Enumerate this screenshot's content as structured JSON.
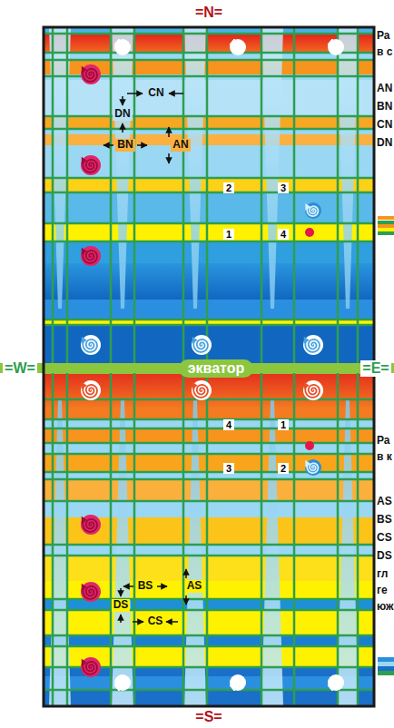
{
  "diagram": {
    "nodes": [
      {
        "text": [
          "2"
        ]
      },
      {
        "text": [
          "3"
        ]
      },
      {
        "text": [
          "1"
        ]
      },
      {
        "text": [
          "4"
        ]
      },
      {
        "text": [
          "экватор"
        ]
      },
      {
        "text": [
          "4"
        ]
      },
      {
        "text": [
          "1"
        ]
      },
      {
        "text": [
          "3"
        ]
      },
      {
        "text": [
          "2"
        ]
      }
    ],
    "labels": [
      "=N=",
      "Ра",
      "в с",
      "AN",
      "BN",
      "CN",
      "DN",
      "CN",
      "DN",
      "BN",
      "AN",
      "=W=",
      "=E=",
      "Ра",
      "в к",
      "AS",
      "BS",
      "CS",
      "DS",
      "гл",
      "ге",
      "юж",
      "BS",
      "AS",
      "DS",
      "CS",
      "=S="
    ]
  }
}
